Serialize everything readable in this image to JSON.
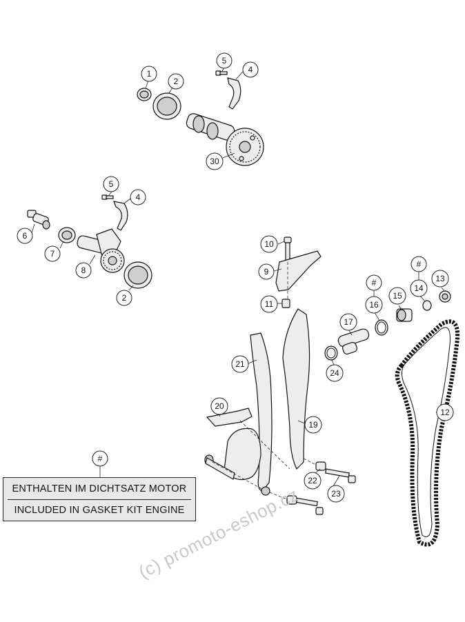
{
  "callouts": {
    "c1": "1",
    "c2a": "2",
    "c5a": "5",
    "c4a": "4",
    "c30": "30",
    "c5b": "5",
    "c4b": "4",
    "c6": "6",
    "c7": "7",
    "c8": "8",
    "c2b": "2",
    "c10": "10",
    "c9": "9",
    "c11": "11",
    "c14hash": "#",
    "c14": "14",
    "c13": "13",
    "c16hash": "#",
    "c16": "16",
    "c15": "15",
    "c17": "17",
    "c24": "24",
    "c21": "21",
    "c12": "12",
    "c20": "20",
    "c19": "19",
    "c22": "22",
    "c23": "23",
    "legend_hash": "#"
  },
  "legend": {
    "line_de": "ENTHALTEN IM DICHTSATZ MOTOR",
    "line_en": "INCLUDED IN GASKET KIT ENGINE"
  },
  "watermark": "(c) promoto-eshop.cz",
  "colors": {
    "line": "#111111",
    "part_fill": "#ededed",
    "legend_bg": "#e8e8e8",
    "watermark": "#c8c8c8"
  }
}
